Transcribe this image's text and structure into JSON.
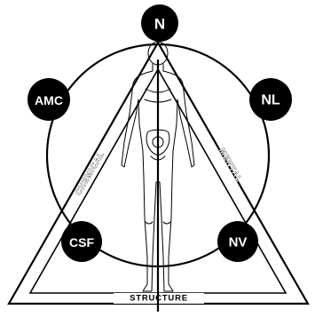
{
  "diagram": {
    "nodes": {
      "top": "N",
      "upper_left": "AMC",
      "upper_right": "NL",
      "lower_left": "CSF",
      "lower_right": "NV"
    },
    "sides": {
      "left": "CHEMICAL",
      "right": "MENTAL",
      "base": "STRUCTURE"
    },
    "colors": {
      "line": "#000000",
      "node_fill": "#000000",
      "node_text": "#ffffff",
      "background": "#ffffff"
    },
    "figure": "human-body-outline-icon"
  }
}
